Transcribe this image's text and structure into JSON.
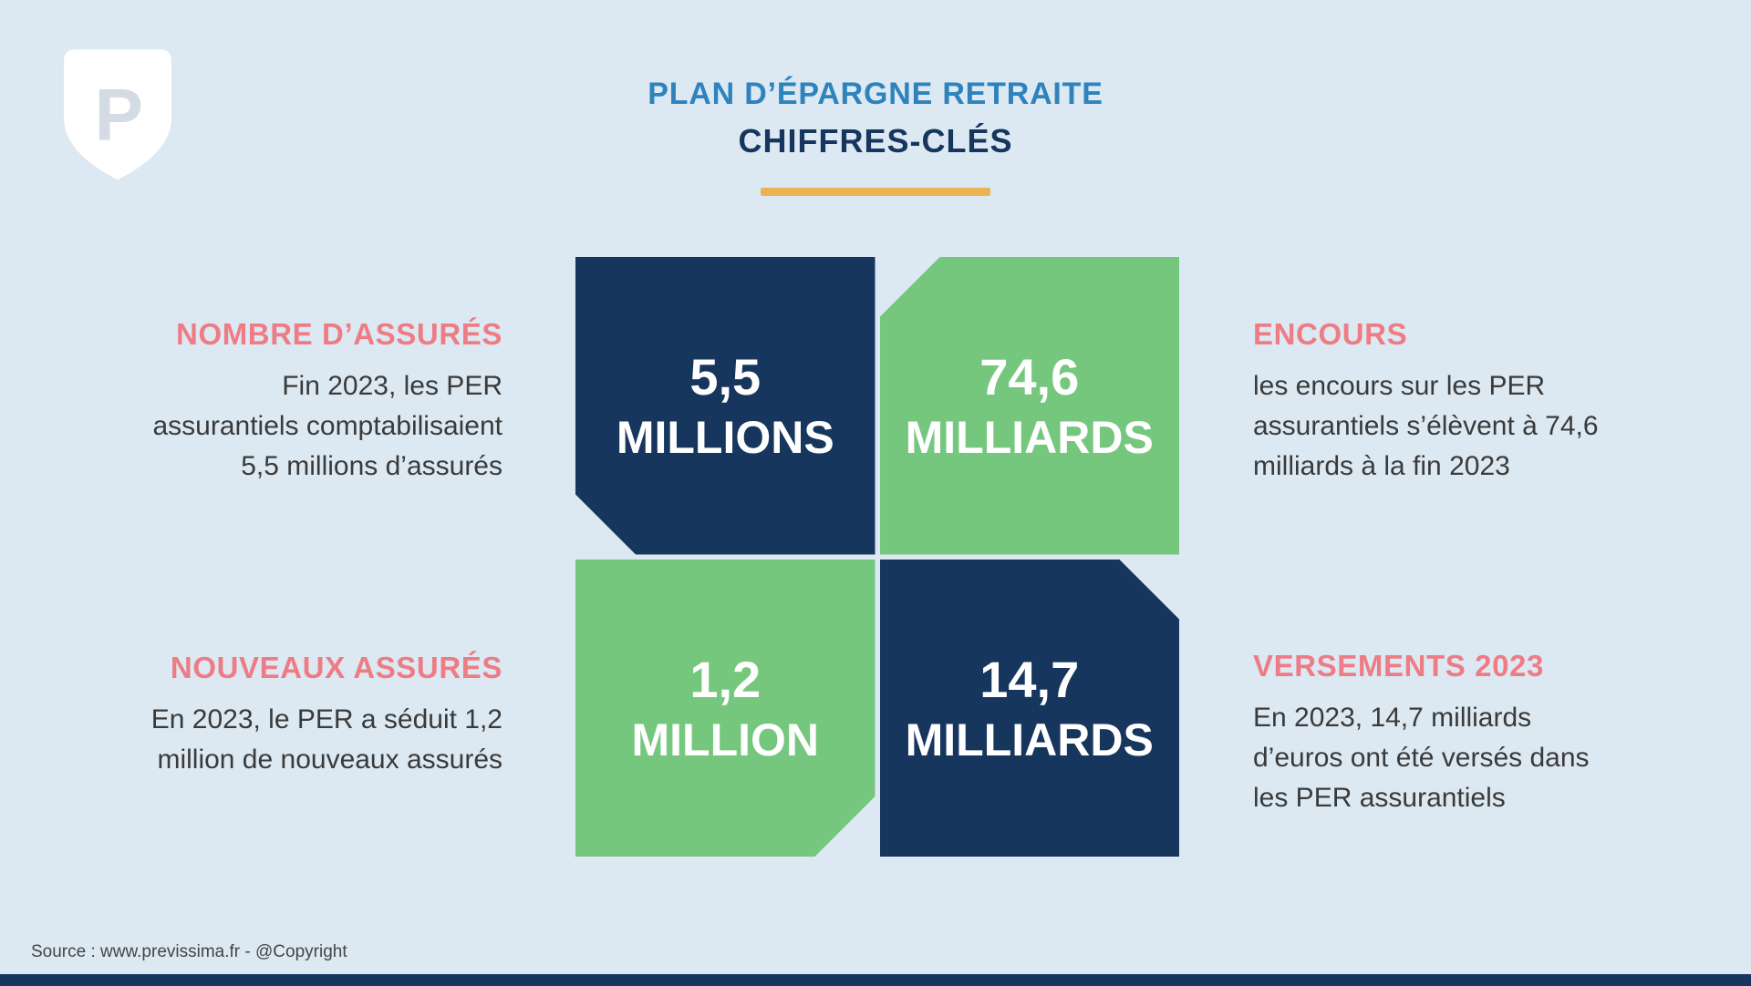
{
  "colors": {
    "background": "#dce9f3",
    "navy": "#17365e",
    "green": "#76c77e",
    "accent_pink": "#ee7c85",
    "title_blue": "#2e83bd",
    "gold_underline": "#eab452",
    "body_text": "#3a3a3a"
  },
  "logo": {
    "letter": "P"
  },
  "header": {
    "title_line1": "PLAN D’ÉPARGNE RETRAITE",
    "title_line2": "CHIFFRES-CLÉS"
  },
  "stats": [
    {
      "label": "NOMBRE D’ASSURÉS",
      "description": "Fin 2023, les PER\nassurantiels comptabilisaient\n5,5 millions d’assurés",
      "value": "5,5",
      "unit": "MILLIONS",
      "tile_color": "#17365e",
      "tile_position": "top-left"
    },
    {
      "label": "ENCOURS",
      "description": "les encours sur les PER\nassurantiels s’élèvent à 74,6\nmilliards à la fin 2023",
      "value": "74,6",
      "unit": "MILLIARDS",
      "tile_color": "#76c77e",
      "tile_position": "top-right"
    },
    {
      "label": "NOUVEAUX ASSURÉS",
      "description": "En 2023, le PER a séduit 1,2\nmillion de nouveaux assurés",
      "value": "1,2",
      "unit": "MILLION",
      "tile_color": "#76c77e",
      "tile_position": "bottom-left"
    },
    {
      "label": "VERSEMENTS 2023",
      "description": "En 2023, 14,7 milliards\nd’euros ont été versés dans\nles PER assurantiels",
      "value": "14,7",
      "unit": "MILLIARDS",
      "tile_color": "#17365e",
      "tile_position": "bottom-right"
    }
  ],
  "footer": {
    "source": "Source : www.previssima.fr - @Copyright"
  }
}
